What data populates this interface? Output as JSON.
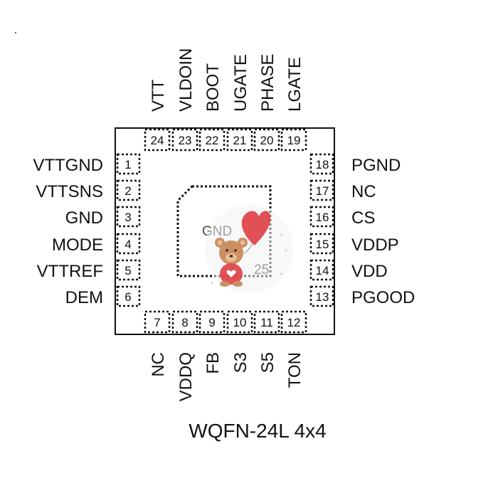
{
  "package_name": "WQFN-24L 4x4",
  "exposed_pad": {
    "label": "GND",
    "number": "25"
  },
  "pins": {
    "left": [
      {
        "num": "1",
        "name": "VTTGND"
      },
      {
        "num": "2",
        "name": "VTTSNS"
      },
      {
        "num": "3",
        "name": "GND"
      },
      {
        "num": "4",
        "name": "MODE"
      },
      {
        "num": "5",
        "name": "VTTREF"
      },
      {
        "num": "6",
        "name": "DEM"
      }
    ],
    "bottom": [
      {
        "num": "7",
        "name": "NC"
      },
      {
        "num": "8",
        "name": "VDDQ"
      },
      {
        "num": "9",
        "name": "FB"
      },
      {
        "num": "10",
        "name": "S3"
      },
      {
        "num": "11",
        "name": "S5"
      },
      {
        "num": "12",
        "name": "TON"
      }
    ],
    "right": [
      {
        "num": "13",
        "name": "PGOOD"
      },
      {
        "num": "14",
        "name": "VDD"
      },
      {
        "num": "15",
        "name": "VDDP"
      },
      {
        "num": "16",
        "name": "CS"
      },
      {
        "num": "17",
        "name": "NC"
      },
      {
        "num": "18",
        "name": "PGND"
      }
    ],
    "top": [
      {
        "num": "19",
        "name": "LGATE"
      },
      {
        "num": "20",
        "name": "PHASE"
      },
      {
        "num": "21",
        "name": "UGATE"
      },
      {
        "num": "22",
        "name": "BOOT"
      },
      {
        "num": "23",
        "name": "VLDOIN"
      },
      {
        "num": "24",
        "name": "VTT"
      }
    ]
  },
  "colors": {
    "outline": "#111111",
    "balloon": "#e0474c",
    "bear": "#c98a5a"
  },
  "icons": {
    "mascot": "teddy-bear-with-heart-balloon-icon"
  }
}
